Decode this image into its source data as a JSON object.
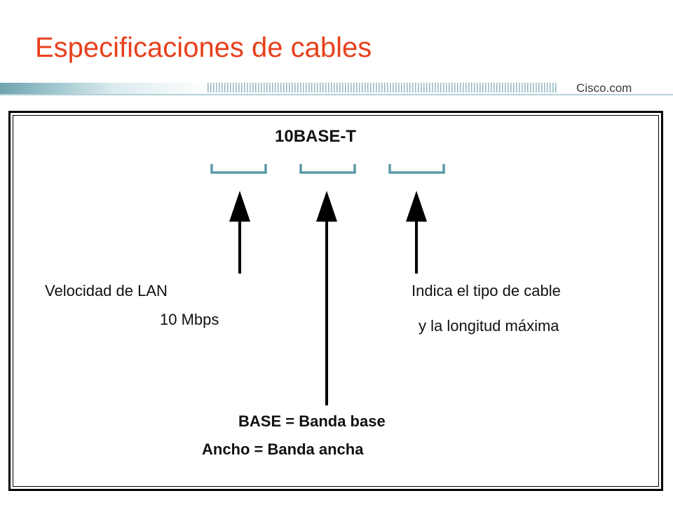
{
  "slide": {
    "title": "Especificaciones de cables",
    "brand": "Cisco.com"
  },
  "diagram": {
    "code": "10BASE-T",
    "left_label": {
      "line1": "Velocidad de LAN",
      "line2": "10 Mbps"
    },
    "right_label": {
      "line1": "Indica el tipo de cable",
      "line2": "y la longitud máxima"
    },
    "bottom_label": {
      "line1": "BASE = Banda base",
      "line2": "Ancho = Banda ancha"
    },
    "colors": {
      "title": "#e8401c",
      "bracket": "#5a9aa6",
      "arrow": "#000000",
      "band": "#8fbcc6"
    }
  }
}
